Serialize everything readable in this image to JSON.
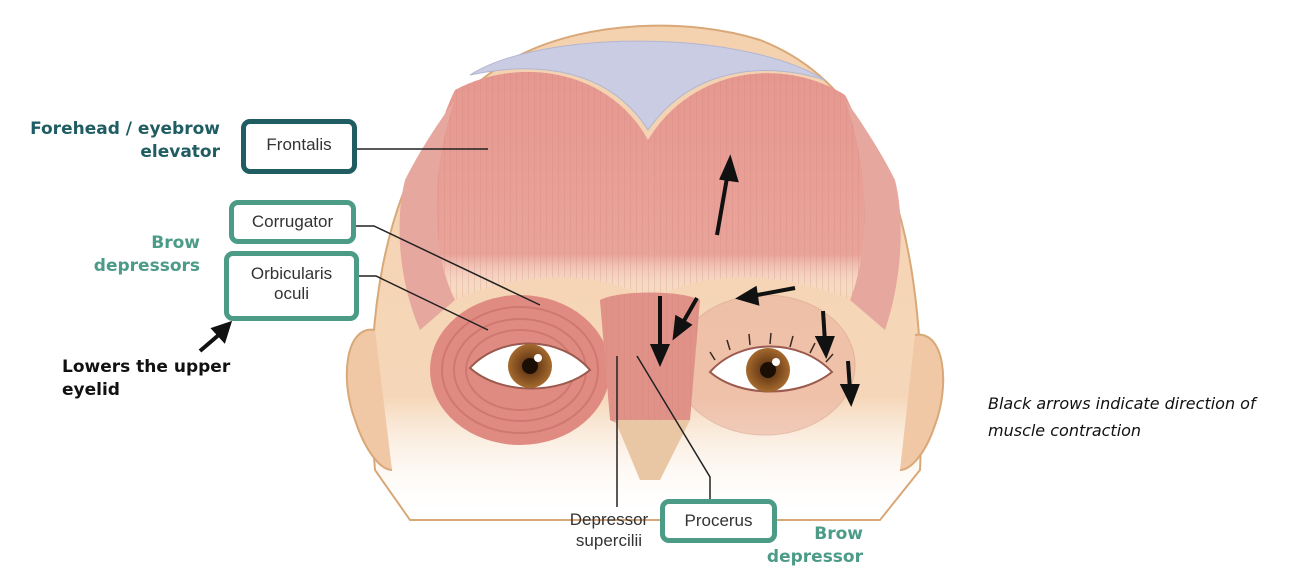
{
  "colors": {
    "dark_teal": "#1f5d63",
    "teal": "#4b9b87",
    "muscle": "#e59890",
    "skin": "#f4d2b0",
    "aponeurosis": "#c9cce2",
    "arrow": "#111111"
  },
  "side_labels": {
    "elevator": [
      "Forehead / eyebrow",
      "elevator"
    ],
    "brow_depressors": [
      "Brow",
      "depressors"
    ],
    "eyelid": [
      "Lowers the upper",
      "eyelid"
    ],
    "brow_depressor": [
      "Brow",
      "depressor"
    ]
  },
  "muscle_labels": {
    "frontalis": "Frontalis",
    "corrugator": "Corrugator",
    "orbicularis": [
      "Orbicularis",
      "oculi"
    ],
    "depressor_supercilii": [
      "Depressor",
      "supercilii"
    ],
    "procerus": "Procerus"
  },
  "note": [
    "Black arrows indicate direction of",
    "muscle contraction"
  ],
  "icons": {
    "contraction_arrows": "arrow-icon",
    "pointer": "arrow-up-right-icon"
  }
}
